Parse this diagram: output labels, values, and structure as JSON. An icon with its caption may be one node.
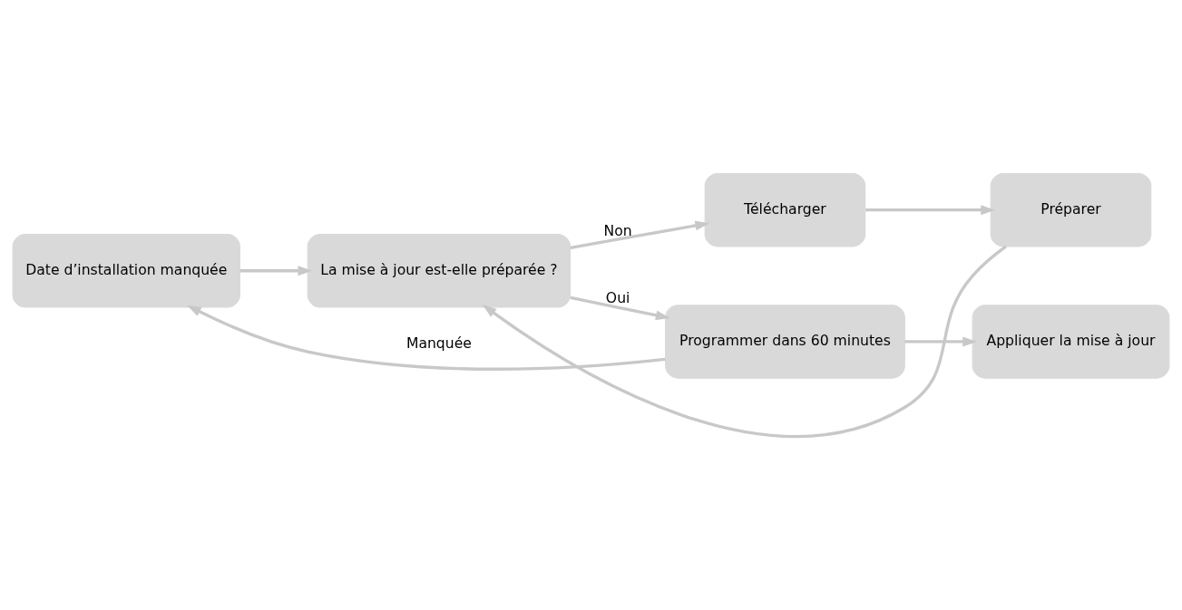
{
  "diagram": {
    "nodes": [
      {
        "text": [
          "Date d’installation manquée"
        ]
      },
      {
        "text": [
          "La mise à jour est-elle préparée ?"
        ]
      },
      {
        "text": [
          "Télécharger"
        ]
      },
      {
        "text": [
          "Préparer"
        ]
      },
      {
        "text": [
          "Programmer dans 60 minutes"
        ]
      },
      {
        "text": [
          "Appliquer la mise à jour"
        ]
      }
    ],
    "edges": [
      {
        "from": 0,
        "to": 1,
        "arrow": "to"
      },
      {
        "from": 1,
        "to": 2,
        "arrow": "to",
        "label": "Non"
      },
      {
        "from": 1,
        "to": 4,
        "arrow": "to",
        "label": "Oui"
      },
      {
        "from": 2,
        "to": 3,
        "arrow": "to"
      },
      {
        "from": 3,
        "to": 1,
        "arrow": "to"
      },
      {
        "from": 4,
        "to": 0,
        "arrow": "to",
        "label": "Manquée"
      },
      {
        "from": 4,
        "to": 5,
        "arrow": "to"
      }
    ]
  }
}
